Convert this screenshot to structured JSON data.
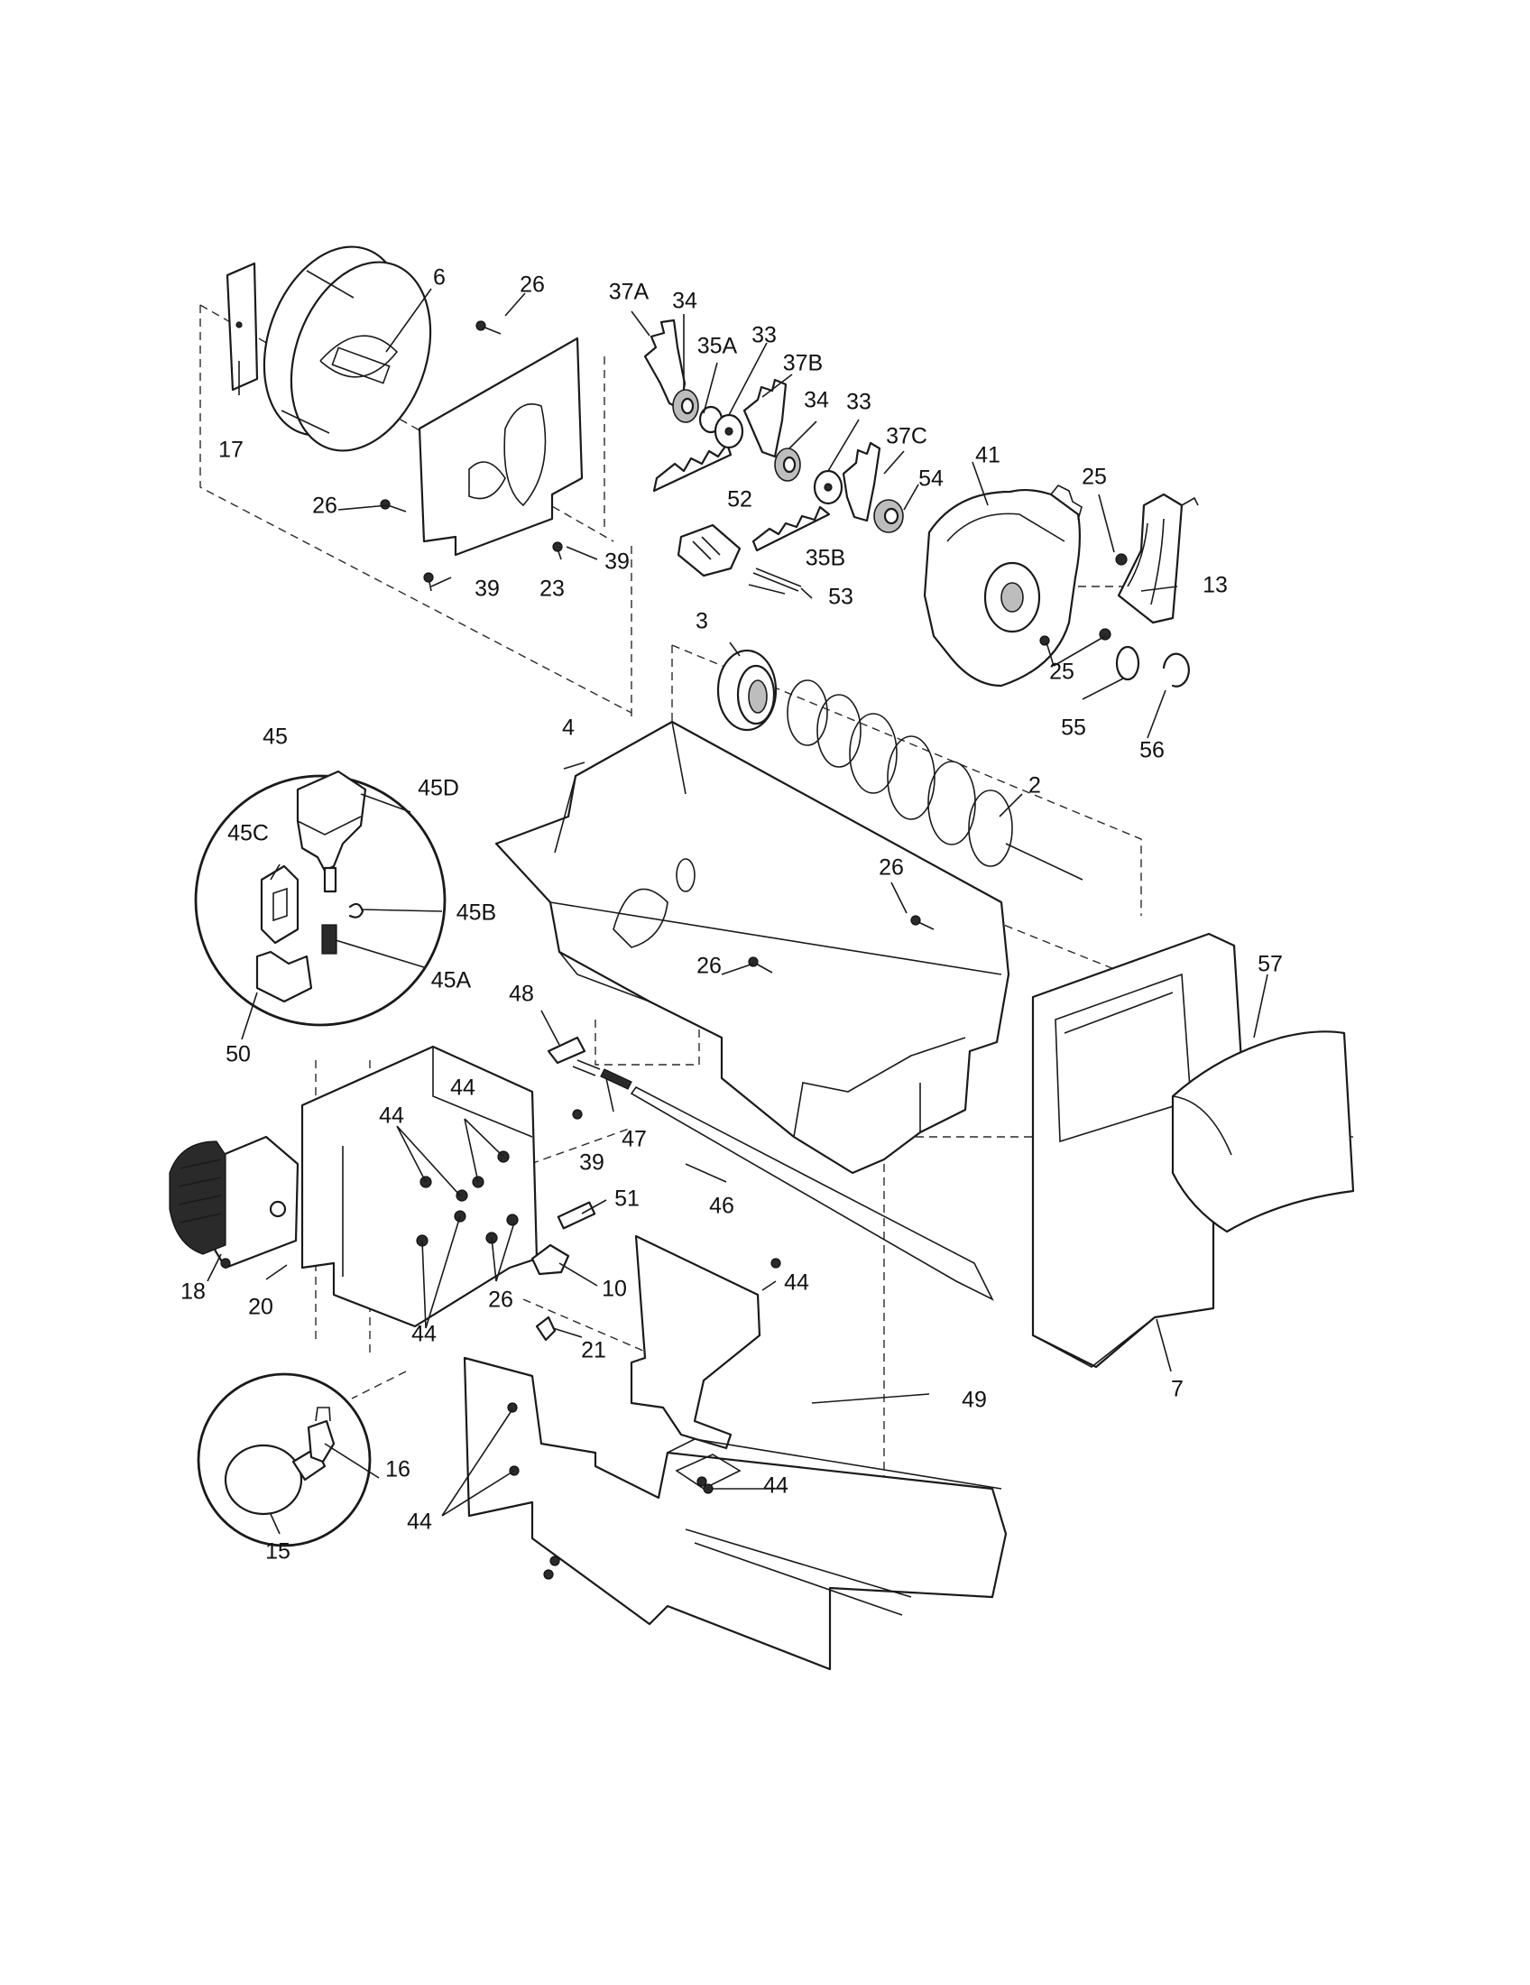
{
  "labels": {
    "p2": "2",
    "p3": "3",
    "p4": "4",
    "p6": "6",
    "p7": "7",
    "p10": "10",
    "p13": "13",
    "p15": "15",
    "p16": "16",
    "p17": "17",
    "p18": "18",
    "p20": "20",
    "p21": "21",
    "p23": "23",
    "p25": "25",
    "p26": "26",
    "p33": "33",
    "p34": "34",
    "p35a": "35A",
    "p35b": "35B",
    "p37a": "37A",
    "p37b": "37B",
    "p37c": "37C",
    "p39": "39",
    "p41": "41",
    "p44": "44",
    "p45": "45",
    "p45a": "45A",
    "p45b": "45B",
    "p45c": "45C",
    "p45d": "45D",
    "p46": "46",
    "p47": "47",
    "p48": "48",
    "p49": "49",
    "p50": "50",
    "p51": "51",
    "p52": "52",
    "p53": "53",
    "p54": "54",
    "p55": "55",
    "p56": "56",
    "p57": "57"
  }
}
